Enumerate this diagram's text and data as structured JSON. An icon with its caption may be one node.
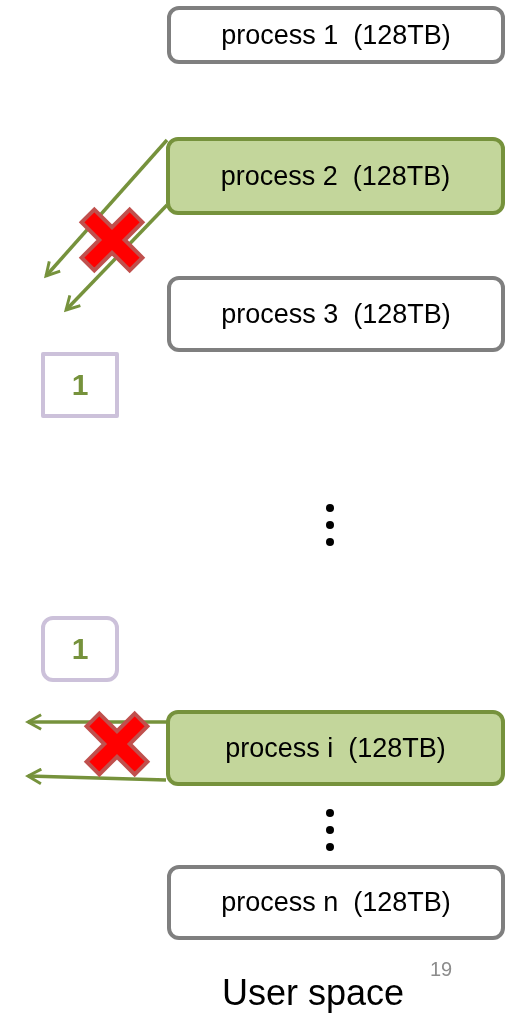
{
  "diagram": {
    "nodes": [
      {
        "text": [
          "process 1  (128TB)"
        ]
      },
      {
        "text": [
          "process 2  (128TB)"
        ]
      },
      {
        "text": [
          "process 3  (128TB)"
        ]
      },
      {
        "text": [
          "1"
        ]
      },
      {
        "text": [
          "1"
        ]
      },
      {
        "text": [
          "process i  (128TB)"
        ]
      },
      {
        "text": [
          "process n  (128TB)"
        ]
      }
    ],
    "edges": [
      {
        "from": 1,
        "to": null,
        "arrow": "to"
      },
      {
        "from": 1,
        "to": null,
        "arrow": "to"
      },
      {
        "from": 5,
        "to": null,
        "arrow": "to"
      },
      {
        "from": 5,
        "to": null,
        "arrow": "to"
      }
    ],
    "labels": [
      "User space",
      "19"
    ]
  }
}
